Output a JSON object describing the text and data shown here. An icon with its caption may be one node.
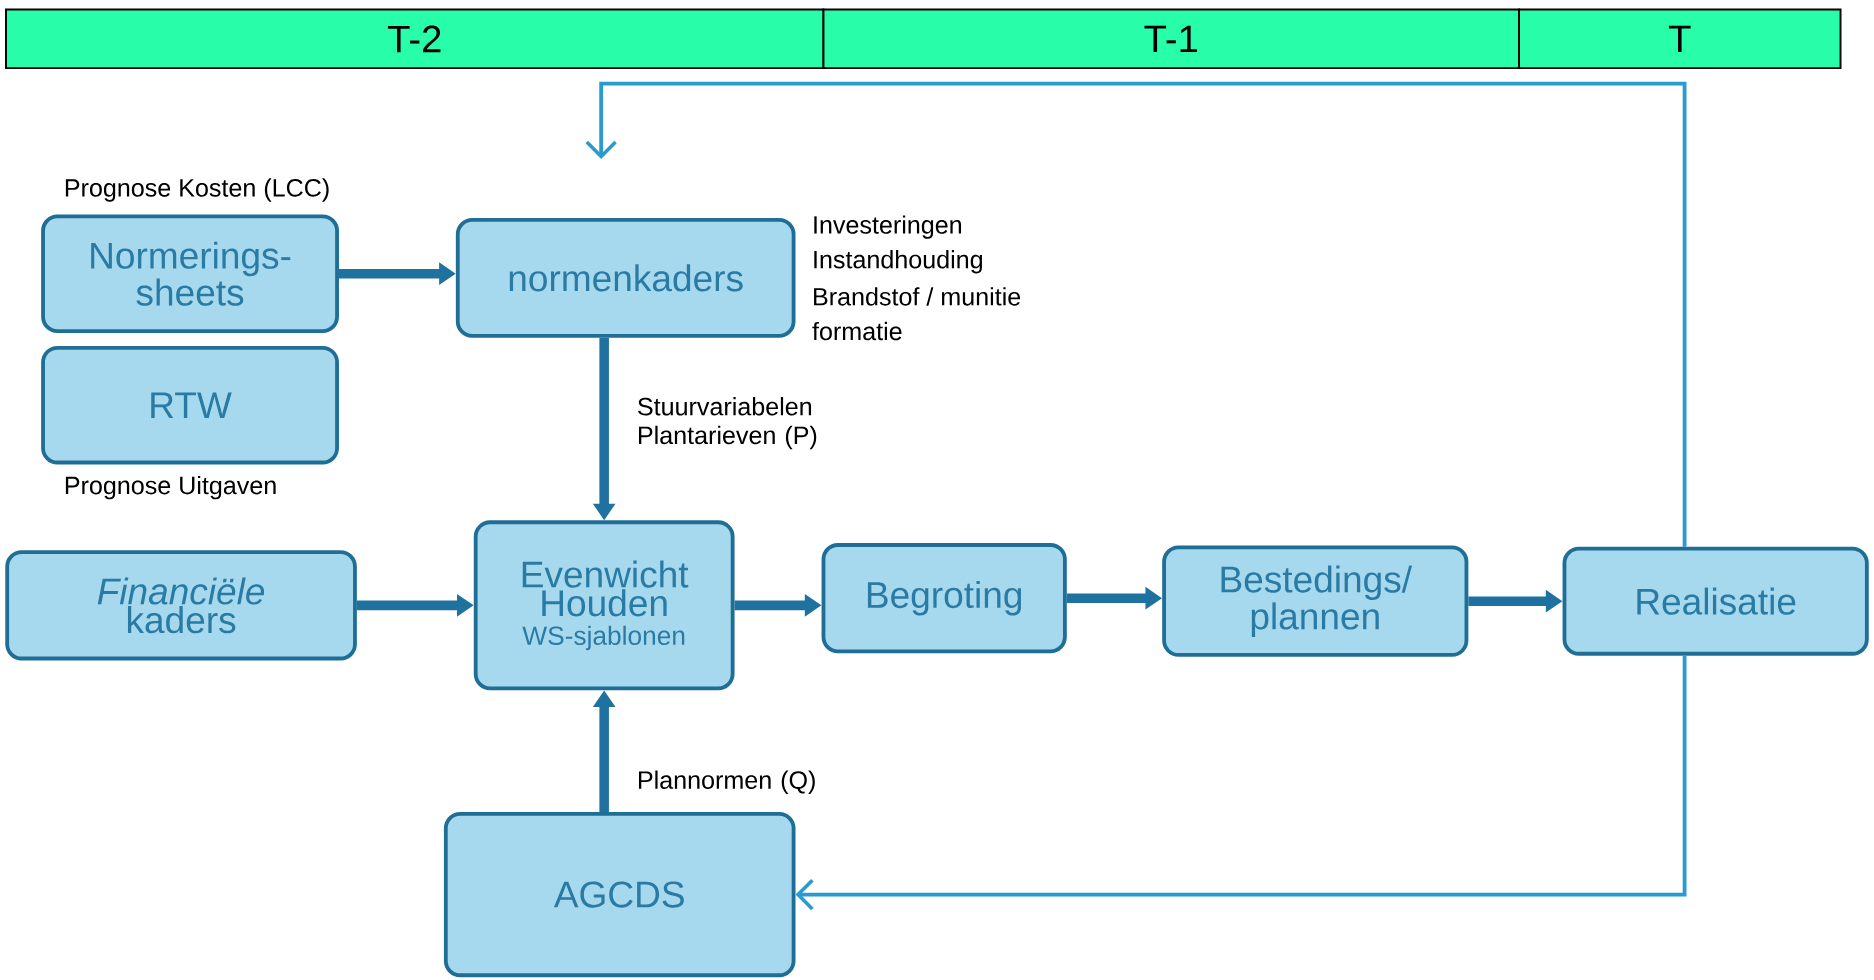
{
  "diagram": {
    "nodes": [
      {
        "text": [
          "T-2"
        ]
      },
      {
        "text": [
          "T-1"
        ]
      },
      {
        "text": [
          "T"
        ]
      },
      {
        "text": [
          "Normerings- sheets"
        ],
        "beside": [
          "Prognose Kosten (LCC)"
        ]
      },
      {
        "text": [
          "RTW"
        ],
        "beside": [
          "Prognose Uitgaven"
        ]
      },
      {
        "text": [
          "normenkaders"
        ],
        "beside": [
          "Investeringen",
          "Instandhouding",
          "Brandstof / munitie",
          "formatie"
        ]
      },
      {
        "text": [
          "*Financiële* kaders"
        ]
      },
      {
        "text": [
          "Evenwicht Houden",
          "WS-sjablonen"
        ]
      },
      {
        "text": [
          "Begroting"
        ]
      },
      {
        "text": [
          "Bestedings/ plannen"
        ]
      },
      {
        "text": [
          "Realisatie"
        ]
      },
      {
        "text": [
          "AGCDS"
        ]
      }
    ],
    "edges": [
      {
        "from": 3,
        "to": 5,
        "arrow": "to"
      },
      {
        "from": 5,
        "to": 7,
        "arrow": "to",
        "label": "Stuurvariabelen Plantarieven (P)"
      },
      {
        "from": 6,
        "to": 7,
        "arrow": "to"
      },
      {
        "from": 7,
        "to": 8,
        "arrow": "to"
      },
      {
        "from": 8,
        "to": 9,
        "arrow": "to"
      },
      {
        "from": 9,
        "to": 10,
        "arrow": "to"
      },
      {
        "from": 11,
        "to": 7,
        "arrow": "to",
        "label": "Plannormen (Q)"
      },
      {
        "from": 10,
        "to": 11,
        "arrow": "to",
        "color": "#2a9ad0"
      },
      {
        "from": 10,
        "to": null,
        "arrow": "to",
        "color": "#2a9ad0"
      }
    ]
  }
}
